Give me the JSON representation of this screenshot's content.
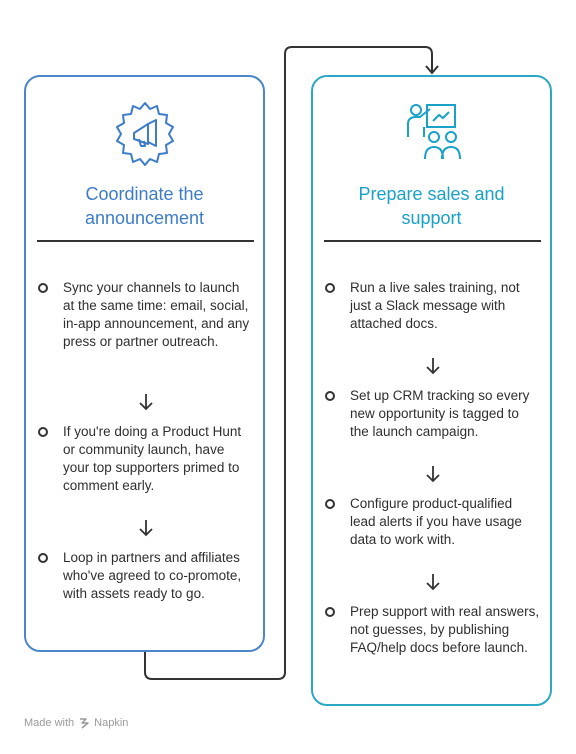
{
  "left_card": {
    "title_line1": "Coordinate the",
    "title_line2": "announcement",
    "icon": "megaphone-gear-icon",
    "items": [
      "Sync your channels to launch at the same time: email, social, in-app announcement, and any press or partner outreach.",
      "If you're doing a Product Hunt or community launch, have your top supporters primed to comment early.",
      "Loop in partners and affiliates who've agreed to co-promote, with assets ready to go."
    ]
  },
  "right_card": {
    "title_line1": "Prepare sales and",
    "title_line2": "support",
    "icon": "presenter-team-icon",
    "items": [
      "Run a live sales training, not just a Slack message with attached docs.",
      "Set up CRM tracking so every new opportunity is tagged to the launch campaign.",
      "Configure product-qualified lead alerts if you have usage data to work with.",
      "Prep support with real answers, not guesses, by publishing FAQ/help docs before launch."
    ]
  },
  "footer": {
    "made_with": "Made with",
    "brand": "Napkin"
  },
  "colors": {
    "left_accent": "#4a86c8",
    "right_accent": "#2aa8c4"
  }
}
